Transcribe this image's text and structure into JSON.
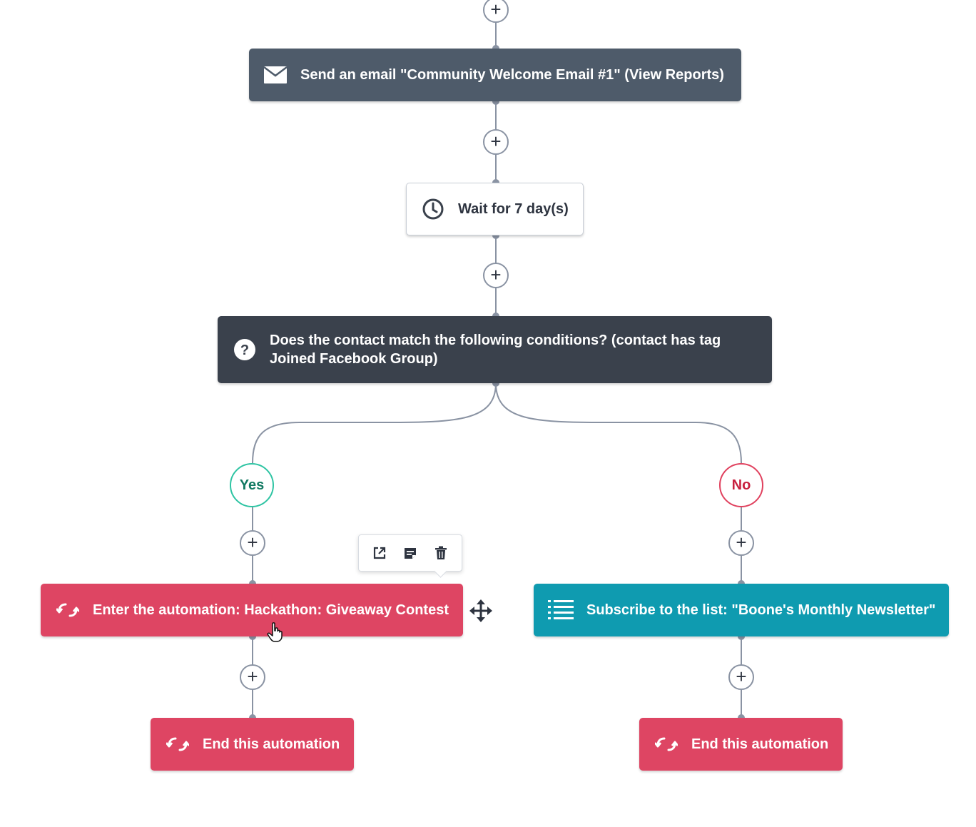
{
  "flow": {
    "send_email": {
      "icon": "envelope-icon",
      "label": "Send an email \"Community Welcome Email #1\" (View Reports)"
    },
    "wait": {
      "icon": "clock-icon",
      "label": "Wait for 7 day(s)"
    },
    "condition": {
      "icon": "question-icon",
      "label_line1": "Does the contact match the following conditions? (contact has tag",
      "label_line2": "Joined Facebook Group)"
    },
    "branches": {
      "yes_label": "Yes",
      "no_label": "No"
    },
    "yes_path": {
      "enter_automation": {
        "icon": "automation-sync-icon",
        "label": "Enter the automation: Hackathon: Giveaway Contest"
      },
      "end": {
        "icon": "automation-sync-icon",
        "label": "End this automation"
      }
    },
    "no_path": {
      "subscribe": {
        "icon": "list-icon",
        "label": "Subscribe to the list: \"Boone's Monthly Newsletter\""
      },
      "end": {
        "icon": "automation-sync-icon",
        "label": "End this automation"
      }
    },
    "add_button_label": "+"
  },
  "toolbar": {
    "actions": [
      "open-external-icon",
      "note-icon",
      "trash-icon"
    ]
  },
  "colors": {
    "email": "#4e5b6a",
    "condition": "#3a414c",
    "automation": "#de4563",
    "list": "#0f9bb0",
    "yes": "#2ec4a3",
    "no": "#e0415e",
    "connector": "#8a93a3"
  }
}
